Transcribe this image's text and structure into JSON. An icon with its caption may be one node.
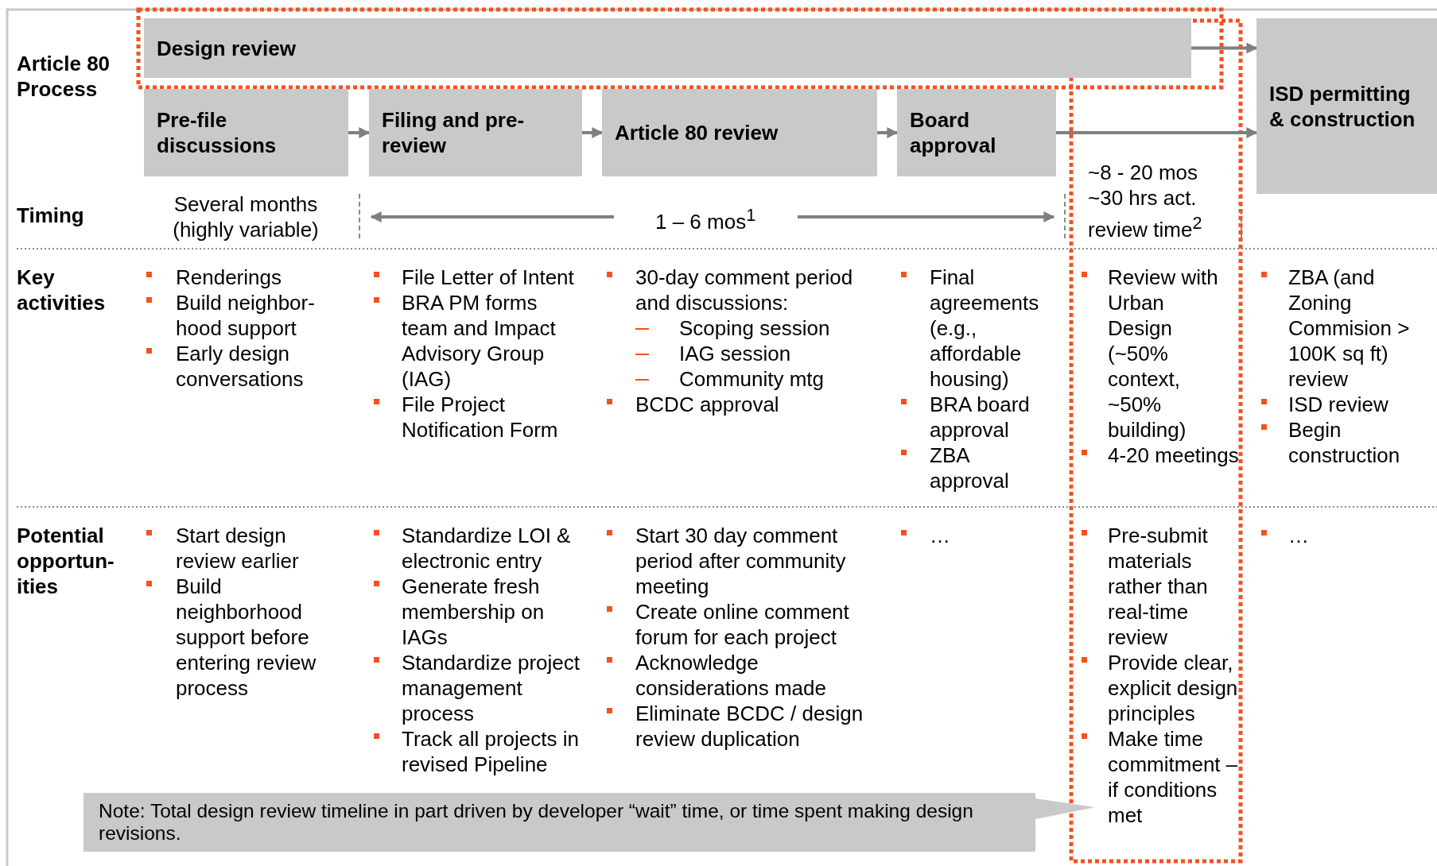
{
  "diagram": {
    "nodes": [
      {
        "text": [
          "Design review"
        ]
      },
      {
        "text": [
          "Pre-file discussions"
        ]
      },
      {
        "text": [
          "Filing and pre-review"
        ]
      },
      {
        "text": [
          "Article 80 review"
        ]
      },
      {
        "text": [
          "Board approval"
        ]
      },
      {
        "text": [
          "ISD permitting & construction"
        ]
      },
      {
        "text": [
          "Note: Total design review timeline in part driven by developer “wait” time, or time spent making design revisions."
        ]
      }
    ],
    "edges": [
      {
        "from": 0,
        "to": 5,
        "arrow": "to"
      },
      {
        "from": 1,
        "to": 2,
        "arrow": "to"
      },
      {
        "from": 2,
        "to": 3,
        "arrow": "to"
      },
      {
        "from": 3,
        "to": 4,
        "arrow": "to"
      },
      {
        "from": 4,
        "to": 5,
        "arrow": "to"
      }
    ],
    "labels": [
      "Article 80 Process",
      "Timing",
      "Several months (highly variable)",
      "1 – 6 mos$^{1}$",
      "~8 - 20 mos",
      "~30 hrs act.",
      "review time$^{2}$",
      "Key activities",
      "Renderings",
      "Build neighbor-hood support",
      "Early design conversations",
      "File Letter of Intent",
      "BRA PM forms team and Impact Advisory Group (IAG)",
      "File Project Notification Form",
      "30-day comment period and discussions:",
      "Scoping session",
      "IAG session",
      "Community mtg",
      "BCDC approval",
      "Final agreements (e.g., affordable housing)",
      "BRA board approval",
      "ZBA approval",
      "Review with Urban Design (~50% context, ~50% building)",
      "4-20 meetings",
      "ZBA (and Zoning Commision > 100K sq ft) review",
      "ISD review",
      "Begin construction",
      "Potential opportun-ities",
      "Start design review earlier",
      "Build neighborhood support before entering review process",
      "Standardize LOI & electronic entry",
      "Generate fresh membership on IAGs",
      "Standardize project management process",
      "Track all projects in revised Pipeline",
      "Start 30 day comment period after community meeting",
      "Create online comment forum for each project",
      "Acknowledge considerations made",
      "Eliminate BCDC / design review duplication",
      "…",
      "Pre-submit materials rather than real-time review",
      "Provide clear, explicit design principles",
      "Make time commitment – if conditions met",
      "…"
    ]
  }
}
